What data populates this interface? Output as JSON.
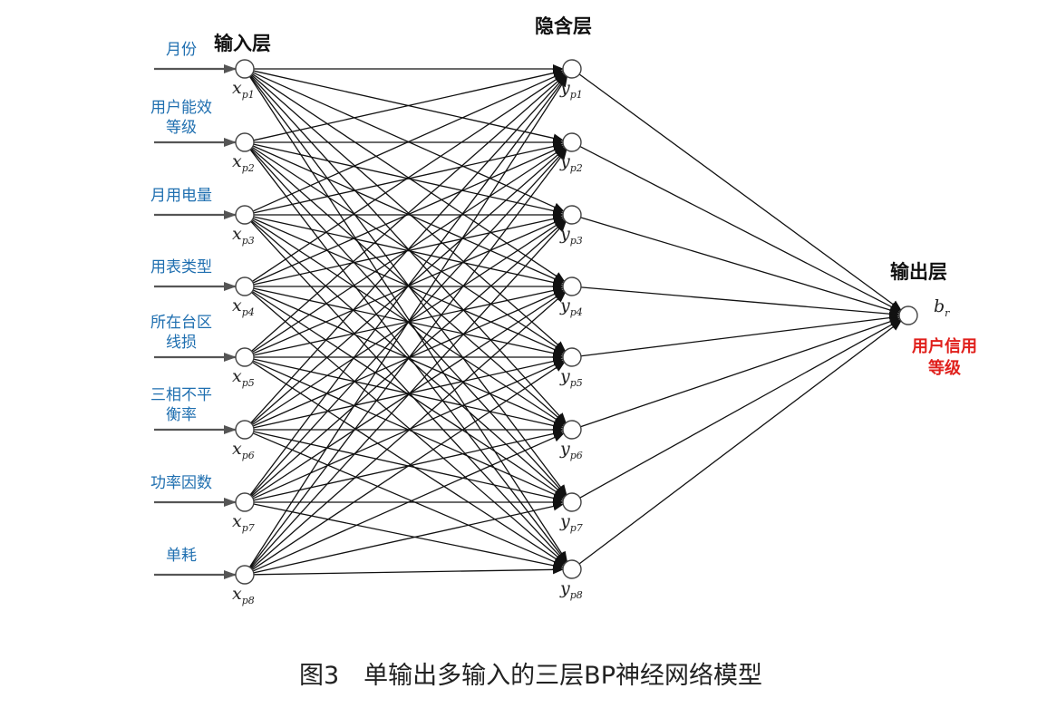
{
  "layers": {
    "input_title": "输入层",
    "hidden_title": "隐含层",
    "output_title": "输出层"
  },
  "input_features": [
    [
      "月份"
    ],
    [
      "用户能效",
      "等级"
    ],
    [
      "月用电量"
    ],
    [
      "用表类型"
    ],
    [
      "所在台区",
      "线损"
    ],
    [
      "三相不平",
      "衡率"
    ],
    [
      "功率因数"
    ],
    [
      "单耗"
    ]
  ],
  "input_nodes": [
    {
      "sym": "x",
      "sub": "p1"
    },
    {
      "sym": "x",
      "sub": "p2"
    },
    {
      "sym": "x",
      "sub": "p3"
    },
    {
      "sym": "x",
      "sub": "p4"
    },
    {
      "sym": "x",
      "sub": "p5"
    },
    {
      "sym": "x",
      "sub": "p6"
    },
    {
      "sym": "x",
      "sub": "p7"
    },
    {
      "sym": "x",
      "sub": "p8"
    }
  ],
  "hidden_nodes": [
    {
      "sym": "y",
      "sub": "p1"
    },
    {
      "sym": "y",
      "sub": "p2"
    },
    {
      "sym": "y",
      "sub": "p3"
    },
    {
      "sym": "y",
      "sub": "p4"
    },
    {
      "sym": "y",
      "sub": "p5"
    },
    {
      "sym": "y",
      "sub": "p6"
    },
    {
      "sym": "y",
      "sub": "p7"
    },
    {
      "sym": "y",
      "sub": "p8"
    }
  ],
  "output_node": {
    "sym": "b",
    "sub": "r"
  },
  "output_label": [
    "用户信用",
    "等级"
  ],
  "caption": "图3　单输出多输入的三层BP神经网络模型",
  "colors": {
    "input_label": "#1f6fb0",
    "output_label": "#e0201c",
    "edge": "#111111",
    "arrow": "#555555"
  }
}
